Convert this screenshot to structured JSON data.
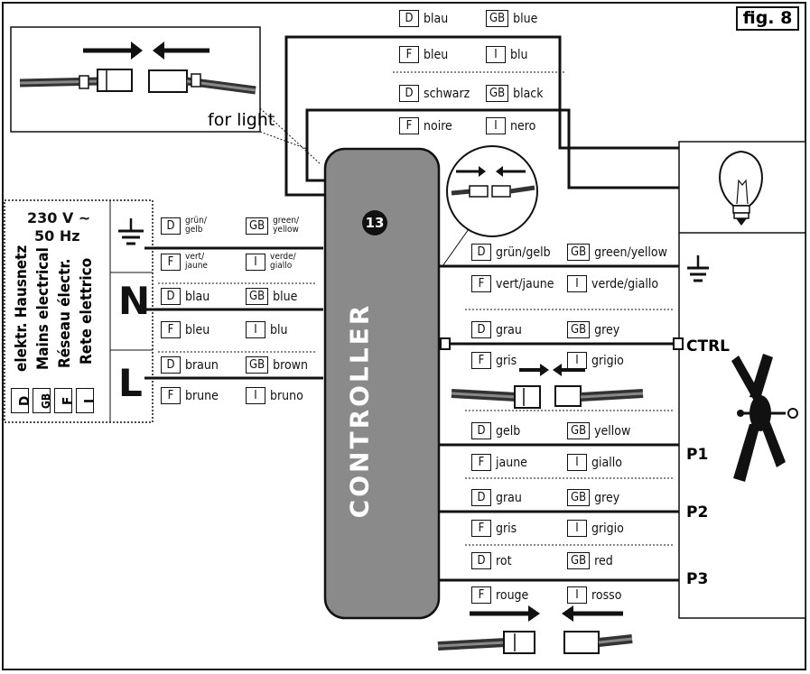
{
  "figure_label": "fig. 8",
  "for_light": "for light",
  "controller_label": "CONTROLLER",
  "controller_number": "13",
  "mains": {
    "voltage": "230 V ~",
    "frequency": "50 Hz",
    "labels": [
      {
        "code": "D",
        "text": "elektr. Hausnetz"
      },
      {
        "code": "GB",
        "text": "Mains electrical"
      },
      {
        "code": "F",
        "text": "Réseau électr."
      },
      {
        "code": "I",
        "text": "Rete elettrico"
      }
    ],
    "terminals": {
      "earth_symbol": "⏚",
      "neutral": "N",
      "live": "L"
    }
  },
  "left_wires": {
    "earth": {
      "D": "grün/\ngelb",
      "GB": "green/\nyellow",
      "F": "vert/\njaune",
      "I": "verde/\ngiallo"
    },
    "neutral": {
      "D": "blau",
      "GB": "blue",
      "F": "bleu",
      "I": "blu"
    },
    "live": {
      "D": "braun",
      "GB": "brown",
      "F": "brune",
      "I": "bruno"
    }
  },
  "light_wires": {
    "blue": {
      "D": "blau",
      "GB": "blue",
      "F": "bleu",
      "I": "blu"
    },
    "black": {
      "D": "schwarz",
      "GB": "black",
      "F": "noire",
      "I": "nero"
    }
  },
  "right_wires": {
    "earth": {
      "D": "grün/gelb",
      "GB": "green/yellow",
      "F": "vert/jaune",
      "I": "verde/giallo"
    },
    "ctrl": {
      "D": "grau",
      "GB": "grey",
      "F": "gris",
      "I": "grigio"
    },
    "p1": {
      "D": "gelb",
      "GB": "yellow",
      "F": "jaune",
      "I": "giallo"
    },
    "p2": {
      "D": "grau",
      "GB": "grey",
      "F": "gris",
      "I": "grigio"
    },
    "p3": {
      "D": "rot",
      "GB": "red",
      "F": "rouge",
      "I": "rosso"
    }
  },
  "fan_terminals": {
    "ctrl": "CTRL",
    "p1": "P1",
    "p2": "P2",
    "p3": "P3"
  },
  "colors": {
    "controller_fill": "#8a8a8a",
    "line": "#111111"
  }
}
